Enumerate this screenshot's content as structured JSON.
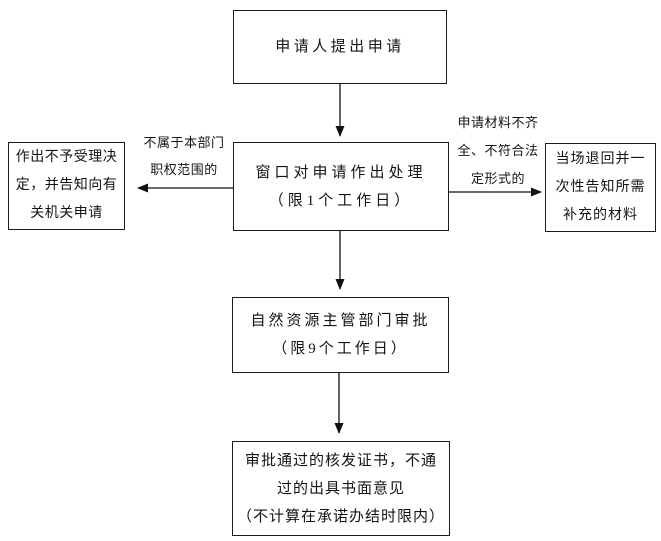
{
  "diagram": {
    "type": "flowchart",
    "colors": {
      "background": "#ffffff",
      "border": "#1c1c1c",
      "text": "#141414",
      "arrow": "#111111"
    },
    "nodes": {
      "start": {
        "lines": [
          "申请人提出申请"
        ]
      },
      "window": {
        "lines": [
          "窗口对申请作出处理",
          "（限1个工作日）"
        ]
      },
      "reject": {
        "lines": [
          "作出不予受理决",
          "定，并告知向有",
          "关机关申请"
        ]
      },
      "return": {
        "lines": [
          "当场退回并一",
          "次性告知所需",
          "补充的材料"
        ]
      },
      "approve": {
        "lines": [
          "自然资源主管部门审批",
          "（限9个工作日）"
        ]
      },
      "result": {
        "lines": [
          "审批通过的核发证书，不通",
          "过的出具书面意见",
          "（不计算在承诺办结时限内）"
        ]
      }
    },
    "edge_labels": {
      "left": {
        "lines": [
          "不属于本部门",
          "职权范围的"
        ]
      },
      "right": {
        "lines": [
          "申请材料不齐",
          "全、不符合法",
          "定形式的"
        ]
      }
    },
    "edges": [
      {
        "from": "start",
        "to": "window",
        "label": ""
      },
      {
        "from": "window",
        "to": "reject",
        "label": "不属于本部门职权范围的"
      },
      {
        "from": "window",
        "to": "return",
        "label": "申请材料不齐全、不符合法定形式的"
      },
      {
        "from": "window",
        "to": "approve",
        "label": ""
      },
      {
        "from": "approve",
        "to": "result",
        "label": ""
      }
    ]
  }
}
